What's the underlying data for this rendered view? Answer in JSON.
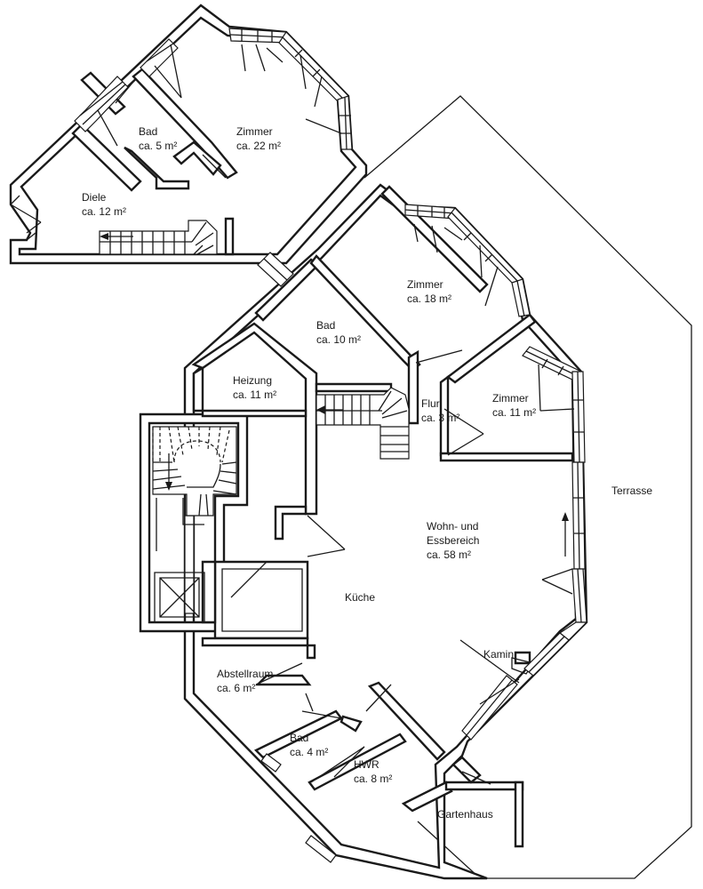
{
  "rooms": {
    "diele": {
      "name": "Diele",
      "area": "ca. 12 m²"
    },
    "bad_top": {
      "name": "Bad",
      "area": "ca. 5 m²"
    },
    "zimmer_top": {
      "name": "Zimmer",
      "area": "ca. 22 m²"
    },
    "zimmer_18": {
      "name": "Zimmer",
      "area": "ca. 18 m²"
    },
    "bad_10": {
      "name": "Bad",
      "area": "ca. 10 m²"
    },
    "heizung": {
      "name": "Heizung",
      "area": "ca. 11 m²"
    },
    "flur": {
      "name": "Flur",
      "area": "ca. 3 m²"
    },
    "zimmer_11": {
      "name": "Zimmer",
      "area": "ca. 11 m²"
    },
    "wohn": {
      "name": "Wohn- und",
      "name2": "Essbereich",
      "area": "ca. 58 m²"
    },
    "kueche": {
      "name": "Küche"
    },
    "abstell": {
      "name": "Abstellraum",
      "area": "ca. 6 m²"
    },
    "bad_4": {
      "name": "Bad",
      "area": "ca. 4 m²"
    },
    "hwr": {
      "name": "HWR",
      "area": "ca. 8 m²"
    },
    "gartenhaus": {
      "name": "Gartenhaus"
    },
    "terrasse": {
      "name": "Terrasse"
    },
    "kamin": {
      "name": "Kamin"
    }
  }
}
